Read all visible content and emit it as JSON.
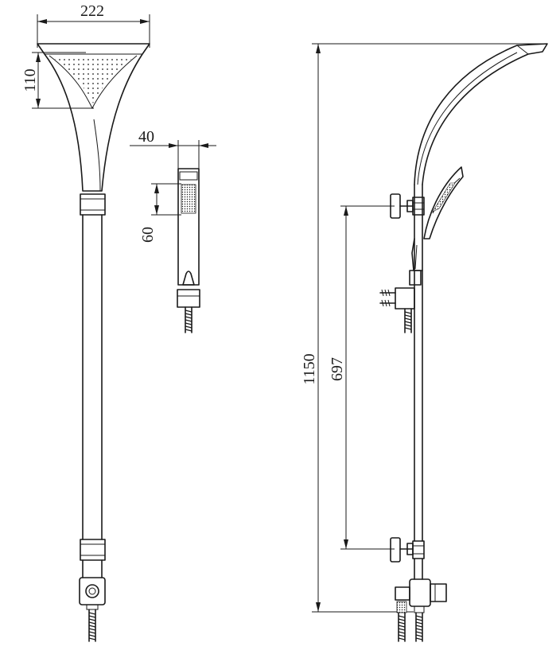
{
  "dimensions": {
    "head_width": "222",
    "head_depth": "110",
    "handshower_width": "40",
    "handshower_spray_length": "60",
    "overall_height": "1150",
    "bracket_spacing": "697"
  },
  "colors": {
    "line": "#1a1a1a",
    "background": "#ffffff"
  }
}
